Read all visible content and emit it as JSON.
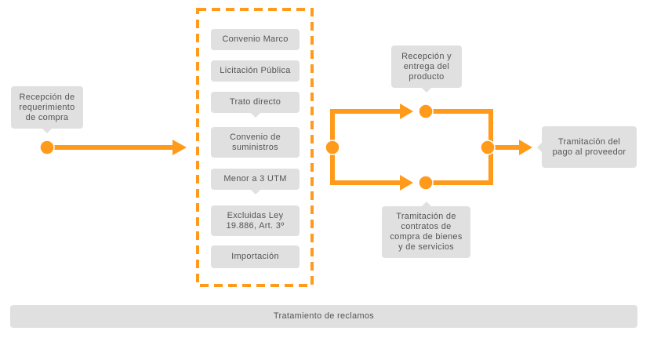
{
  "accent_color": "#ff9a1a",
  "box_color": "#e0e0e0",
  "text_color": "#555555",
  "start": {
    "label": "Recepción de\nrequerimiento\nde compra"
  },
  "procurement_options": [
    "Convenio Marco",
    "Licitación Pública",
    "Trato directo",
    "Convenio de\nsuministros",
    "Menor a 3 UTM",
    "Excluidas Ley\n19.886, Art. 3º",
    "Importación"
  ],
  "branch_top": {
    "label": "Recepción y\nentrega del\nproducto"
  },
  "branch_bottom": {
    "label": "Tramitación de\ncontratos de\ncompra de bienes\ny de servicios"
  },
  "end": {
    "label": "Tramitación del\npago al proveedor"
  },
  "footer": {
    "label": "Tratamiento de reclamos"
  }
}
